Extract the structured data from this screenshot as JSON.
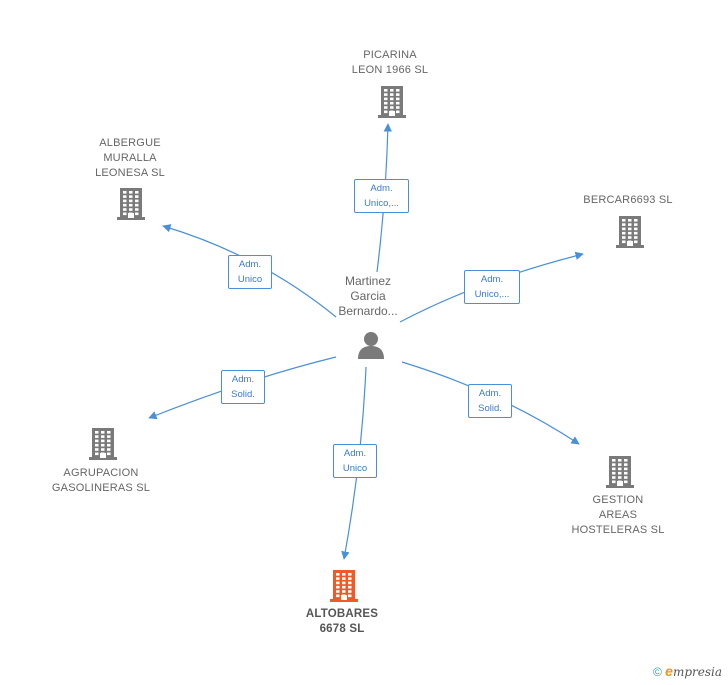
{
  "person": {
    "name": "Martinez\nGarcia\nBernardo..."
  },
  "companies": [
    {
      "id": "picarina",
      "label": "PICARINA\nLEON 1966  SL",
      "highlight": false
    },
    {
      "id": "albergue",
      "label": "ALBERGUE\nMURALLA\nLEONESA  SL",
      "highlight": false
    },
    {
      "id": "bercar",
      "label": "BERCAR6693 SL",
      "highlight": false
    },
    {
      "id": "agrupacion",
      "label": "AGRUPACION\nGASOLINERAS SL",
      "highlight": false
    },
    {
      "id": "gestion",
      "label": "GESTION\nAREAS\nHOSTELERAS SL",
      "highlight": false
    },
    {
      "id": "altobares",
      "label": "ALTOBARES\n6678  SL",
      "highlight": true
    }
  ],
  "edges": [
    {
      "to": "picarina",
      "label": "Adm.\nUnico,..."
    },
    {
      "to": "albergue",
      "label": "Adm.\nUnico"
    },
    {
      "to": "bercar",
      "label": "Adm.\nUnico,..."
    },
    {
      "to": "agrupacion",
      "label": "Adm.\nSolid."
    },
    {
      "to": "gestion",
      "label": "Adm.\nSolid."
    },
    {
      "to": "altobares",
      "label": "Adm.\nUnico"
    }
  ],
  "colors": {
    "edge": "#4a90d9",
    "building": "#7a7a7a",
    "building_highlight": "#f05a28",
    "person": "#7a7a7a"
  },
  "footer": {
    "copyright": "©",
    "brand_initial": "e",
    "brand_rest": "mpresia"
  }
}
